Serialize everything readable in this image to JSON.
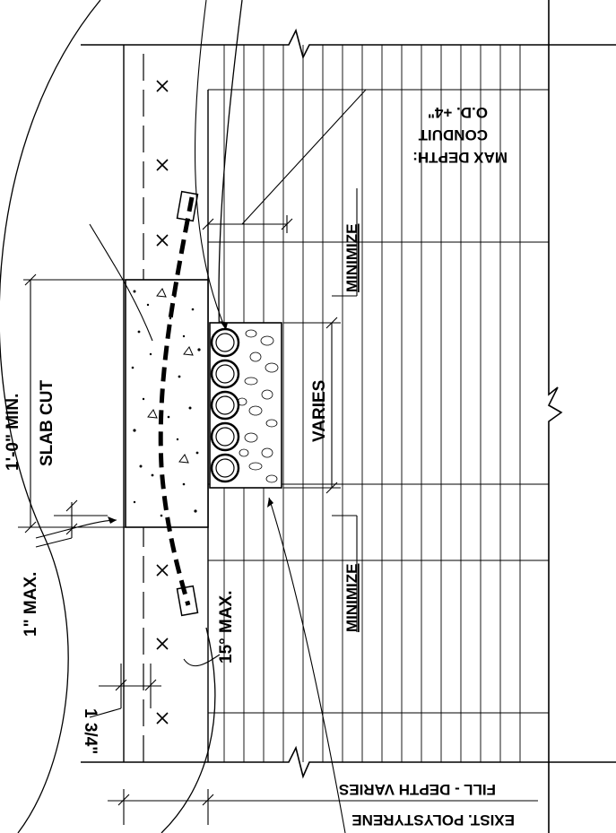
{
  "labels": {
    "slab_cut_line1": "1'-0\" MIN.",
    "slab_cut_line2": "SLAB CUT",
    "one_inch_max": "1\" MAX.",
    "one_three_quarter": "1 3/4\"",
    "fifteen_deg_max": "15° MAX.",
    "varies": "VARIES",
    "minimize_top": "MINIMIZE",
    "minimize_bottom": "MINIMIZE",
    "max_depth_line1": "MAX DEPTH:",
    "max_depth_line2": "CONDUIT",
    "max_depth_line3": "O.D. +4\"",
    "fill_line1": "FILL - DEPTH VARIES",
    "fill_line2": "EXIST. POLYSTYRENE"
  },
  "colors": {
    "ink": "#000000",
    "background": "#ffffff"
  },
  "conduit_count": 5
}
